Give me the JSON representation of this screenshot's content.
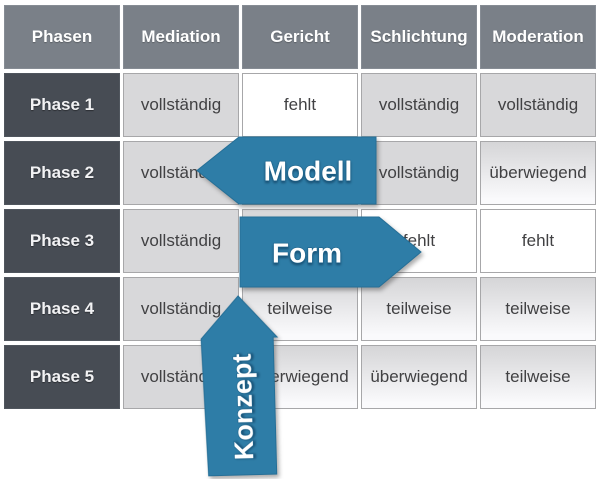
{
  "table": {
    "columns": [
      "Phasen",
      "Mediation",
      "Gericht",
      "Schlichtung",
      "Moderation"
    ],
    "rows": [
      {
        "label": "Phase 1",
        "values": [
          "vollständig",
          "fehlt",
          "vollständig",
          "vollständig"
        ]
      },
      {
        "label": "Phase 2",
        "values": [
          "vollständig",
          "",
          "vollständig",
          "überwiegend"
        ]
      },
      {
        "label": "Phase 3",
        "values": [
          "vollständig",
          "",
          "fehlt",
          "fehlt"
        ]
      },
      {
        "label": "Phase 4",
        "values": [
          "vollständig",
          "teilweise",
          "teilweise",
          "teilweise"
        ]
      },
      {
        "label": "Phase 5",
        "values": [
          "vollständig",
          "überwiegend",
          "überwiegend",
          "teilweise"
        ]
      }
    ]
  },
  "arrows": {
    "modell": {
      "label": "Modell",
      "direction": "left"
    },
    "form": {
      "label": "Form",
      "direction": "right"
    },
    "konzept": {
      "label": "Konzept",
      "direction": "up"
    }
  },
  "colors": {
    "accent_blue": "#2e7da7",
    "header_gray": "#7a8088",
    "row_header_dark": "#474c54",
    "cell_gray": "#d8d8da"
  }
}
